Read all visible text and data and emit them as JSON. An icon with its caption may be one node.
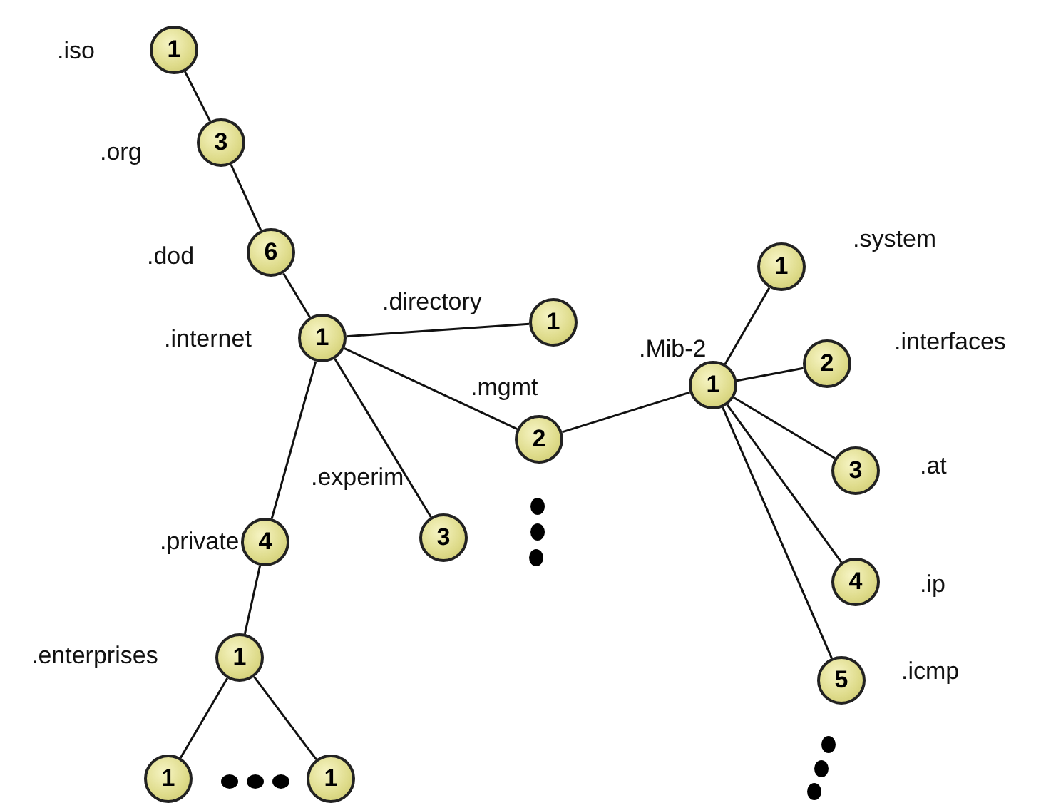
{
  "diagram": {
    "nodes": [
      {
        "text": [
          "1"
        ],
        "beside": [
          ".iso"
        ]
      },
      {
        "text": [
          "3"
        ],
        "beside": [
          ".org"
        ]
      },
      {
        "text": [
          "6"
        ],
        "beside": [
          ".dod"
        ]
      },
      {
        "text": [
          "1"
        ],
        "beside": [
          ".internet"
        ]
      },
      {
        "text": [
          "1"
        ],
        "beside": [
          ".directory"
        ]
      },
      {
        "text": [
          "2"
        ],
        "beside": [
          ".mgmt"
        ]
      },
      {
        "text": [
          "3"
        ],
        "beside": [
          ".experim"
        ]
      },
      {
        "text": [
          "4"
        ],
        "beside": [
          ".private"
        ]
      },
      {
        "text": [
          "1"
        ],
        "beside": [
          ".enterprises"
        ]
      },
      {
        "text": [
          "1"
        ]
      },
      {
        "text": [
          "1"
        ]
      },
      {
        "text": [
          "1"
        ],
        "beside": [
          ".Mib-2"
        ]
      },
      {
        "text": [
          "1"
        ],
        "beside": [
          ".system"
        ]
      },
      {
        "text": [
          "2"
        ],
        "beside": [
          ".interfaces"
        ]
      },
      {
        "text": [
          "3"
        ],
        "beside": [
          ".at"
        ]
      },
      {
        "text": [
          "4"
        ],
        "beside": [
          ".ip"
        ]
      },
      {
        "text": [
          "5"
        ],
        "beside": [
          ".icmp"
        ]
      }
    ],
    "edges": [
      {
        "from": 0,
        "to": 1,
        "arrow": "none"
      },
      {
        "from": 1,
        "to": 2,
        "arrow": "none"
      },
      {
        "from": 2,
        "to": 3,
        "arrow": "none"
      },
      {
        "from": 3,
        "to": 4,
        "arrow": "none"
      },
      {
        "from": 3,
        "to": 5,
        "arrow": "none"
      },
      {
        "from": 3,
        "to": 6,
        "arrow": "none"
      },
      {
        "from": 3,
        "to": 7,
        "arrow": "none"
      },
      {
        "from": 7,
        "to": 8,
        "arrow": "none"
      },
      {
        "from": 8,
        "to": 9,
        "arrow": "none"
      },
      {
        "from": 8,
        "to": 10,
        "arrow": "none"
      },
      {
        "from": 5,
        "to": 11,
        "arrow": "none"
      },
      {
        "from": 11,
        "to": 12,
        "arrow": "none"
      },
      {
        "from": 11,
        "to": 13,
        "arrow": "none"
      },
      {
        "from": 11,
        "to": 14,
        "arrow": "none"
      },
      {
        "from": 11,
        "to": 15,
        "arrow": "none"
      },
      {
        "from": 11,
        "to": 16,
        "arrow": "none"
      }
    ]
  }
}
